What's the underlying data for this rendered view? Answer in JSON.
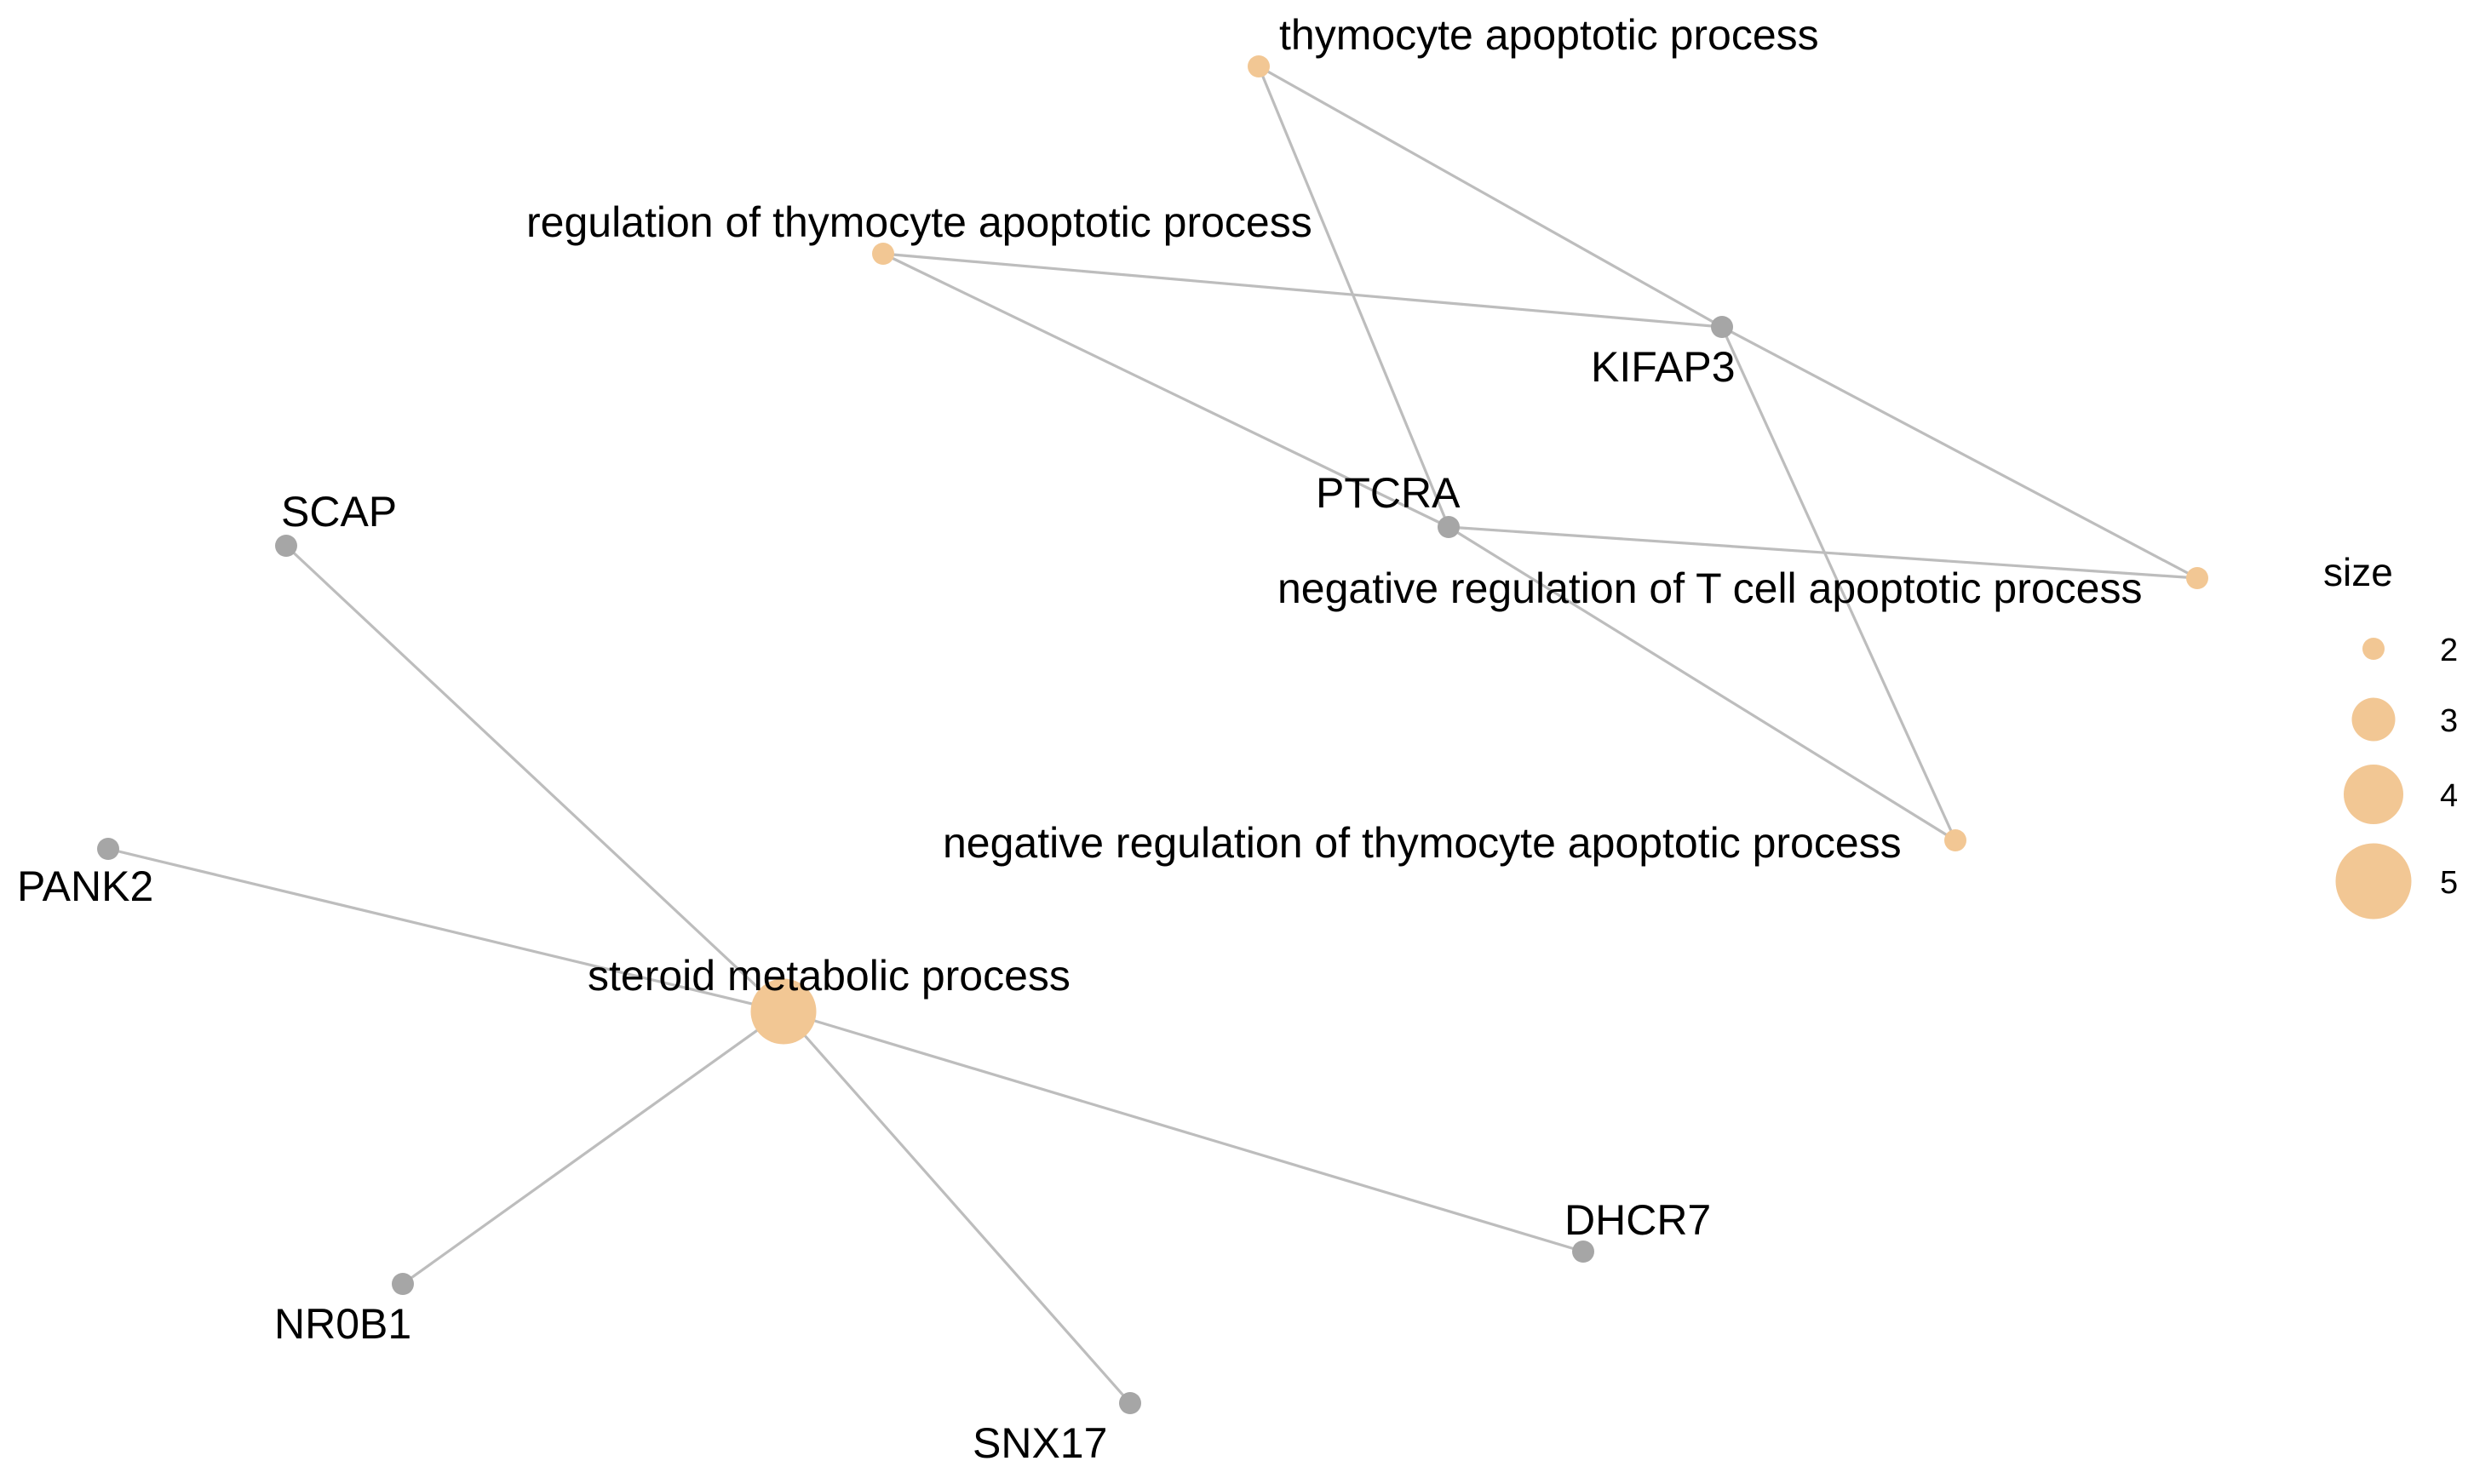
{
  "colors": {
    "edge": "#BDBDBD",
    "gene_node": "#A6A6A6",
    "term_node": "#F2C794",
    "background": "#FFFFFF"
  },
  "nodes": [
    {
      "id": "thymocyte",
      "label": "thymocyte apoptotic process",
      "kind": "term",
      "size": 2
    },
    {
      "id": "reg_thymocyte",
      "label": "regulation of thymocyte apoptotic process",
      "kind": "term",
      "size": 2
    },
    {
      "id": "KIFAP3",
      "label": "KIFAP3",
      "kind": "gene"
    },
    {
      "id": "PTCRA",
      "label": "PTCRA",
      "kind": "gene"
    },
    {
      "id": "neg_tcell",
      "label": "negative regulation of T cell apoptotic process",
      "kind": "term",
      "size": 2
    },
    {
      "id": "neg_thymocyte",
      "label": "negative regulation of thymocyte apoptotic process",
      "kind": "term",
      "size": 2
    },
    {
      "id": "SCAP",
      "label": "SCAP",
      "kind": "gene"
    },
    {
      "id": "PANK2",
      "label": "PANK2",
      "kind": "gene"
    },
    {
      "id": "steroid",
      "label": "steroid metabolic process",
      "kind": "term",
      "size": 5
    },
    {
      "id": "NR0B1",
      "label": "NR0B1",
      "kind": "gene"
    },
    {
      "id": "SNX17",
      "label": "SNX17",
      "kind": "gene"
    },
    {
      "id": "DHCR7",
      "label": "DHCR7",
      "kind": "gene"
    }
  ],
  "edges": [
    [
      "thymocyte",
      "KIFAP3"
    ],
    [
      "thymocyte",
      "PTCRA"
    ],
    [
      "reg_thymocyte",
      "KIFAP3"
    ],
    [
      "reg_thymocyte",
      "PTCRA"
    ],
    [
      "KIFAP3",
      "neg_tcell"
    ],
    [
      "KIFAP3",
      "neg_thymocyte"
    ],
    [
      "PTCRA",
      "neg_tcell"
    ],
    [
      "PTCRA",
      "neg_thymocyte"
    ],
    [
      "SCAP",
      "steroid"
    ],
    [
      "PANK2",
      "steroid"
    ],
    [
      "steroid",
      "NR0B1"
    ],
    [
      "steroid",
      "SNX17"
    ],
    [
      "steroid",
      "DHCR7"
    ]
  ],
  "legend": {
    "title": "size",
    "entries": [
      {
        "label": "2",
        "size": 2
      },
      {
        "label": "3",
        "size": 3
      },
      {
        "label": "4",
        "size": 4
      },
      {
        "label": "5",
        "size": 5
      }
    ]
  }
}
